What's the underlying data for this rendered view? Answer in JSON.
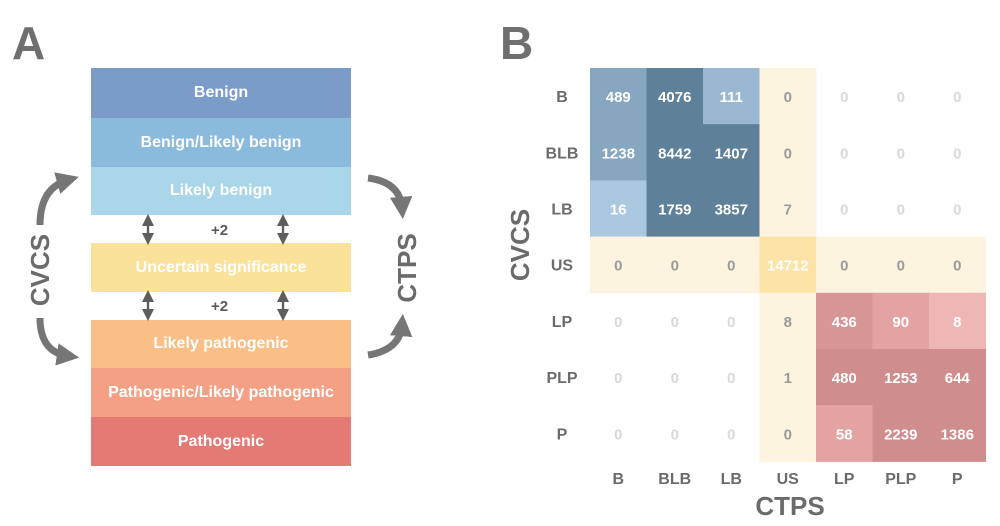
{
  "panel_a": {
    "letter": "A",
    "bands": [
      {
        "label": "Benign",
        "color": "#7b9cc9"
      },
      {
        "label": "Benign/Likely benign",
        "color": "#8bbbdc"
      },
      {
        "label": "Likely benign",
        "color": "#a9d6e8"
      },
      {
        "label": "Uncertain significance",
        "color": "#fbe29a"
      },
      {
        "label": "Likely pathogenic",
        "color": "#f9bf87"
      },
      {
        "label": "Pathogenic/Likely pathogenic",
        "color": "#f4a084"
      },
      {
        "label": "Pathogenic",
        "color": "#e37b74"
      }
    ],
    "plus_upper": "+2",
    "plus_lower": "+2",
    "left_label": "CVCS",
    "right_label": "CTPS"
  },
  "panel_b": {
    "letter": "B",
    "rows": [
      "B",
      "BLB",
      "LB",
      "US",
      "LP",
      "PLP",
      "P"
    ],
    "cols": [
      "B",
      "BLB",
      "LB",
      "US",
      "LP",
      "PLP",
      "P"
    ],
    "values": [
      [
        489,
        4076,
        111,
        0,
        0,
        0,
        0
      ],
      [
        1238,
        8442,
        1407,
        0,
        0,
        0,
        0
      ],
      [
        16,
        1759,
        3857,
        7,
        0,
        0,
        0
      ],
      [
        0,
        0,
        0,
        14712,
        0,
        0,
        0
      ],
      [
        0,
        0,
        0,
        8,
        436,
        90,
        8
      ],
      [
        0,
        0,
        0,
        1,
        480,
        1253,
        644
      ],
      [
        0,
        0,
        0,
        0,
        58,
        2239,
        1386
      ]
    ],
    "ylabel": "CVCS",
    "xlabel": "CTPS",
    "colors": {
      "benign_scale": [
        "#b9d5e8",
        "#aac9e0",
        "#9ab8d1",
        "#86a7bf",
        "#5e8098"
      ],
      "uncertain_bg": "#fdf4e0",
      "uncertain_peak": "#fde3a6",
      "pathogenic_scale": [
        "#f5c9c8",
        "#eeb6b5",
        "#e4a3a3",
        "#d79696",
        "#cf8d8d"
      ],
      "zero_text": "#d9d9d9",
      "value_text": "#ffffff",
      "us_row_text": "#9a9a9a",
      "label_text": "#6b6b6b"
    }
  }
}
